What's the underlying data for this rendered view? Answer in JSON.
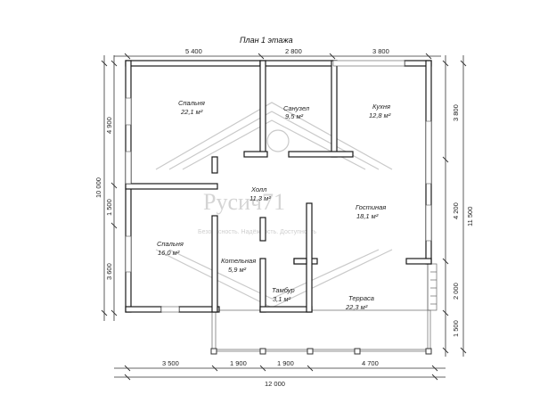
{
  "title": "План 1 этажа",
  "watermark": {
    "brand": "Русич71",
    "tagline": "Безопасность. Надёжность. Доступность"
  },
  "rooms": [
    {
      "id": "bedroom-1",
      "name": "Спальня",
      "area": "22,1 м²"
    },
    {
      "id": "bathroom",
      "name": "Санузел",
      "area": "9,5 м²"
    },
    {
      "id": "kitchen",
      "name": "Кухня",
      "area": "12,8 м²"
    },
    {
      "id": "hall",
      "name": "Холл",
      "area": "11,3 м²"
    },
    {
      "id": "living-room",
      "name": "Гостиная",
      "area": "18,1 м²"
    },
    {
      "id": "bedroom-2",
      "name": "Спальня",
      "area": "16,0 м²"
    },
    {
      "id": "boiler-room",
      "name": "Котельная",
      "area": "5,9 м²"
    },
    {
      "id": "vestibule",
      "name": "Тамбур",
      "area": "3,1 м²"
    },
    {
      "id": "terrace",
      "name": "Терраса",
      "area": "22,3 м²"
    }
  ],
  "dimensions": {
    "top": [
      "5 400",
      "2 800",
      "3 800"
    ],
    "bottom": [
      "3 500",
      "1 900",
      "1 900",
      "4 700"
    ],
    "bottom_total": "12 000",
    "left_total": "10 000",
    "left": [
      "4 900",
      "1 500",
      "3 600"
    ],
    "right_inner": [
      "3 800",
      "4 200",
      "2 000",
      "1 500"
    ],
    "right_total": "11 500"
  }
}
